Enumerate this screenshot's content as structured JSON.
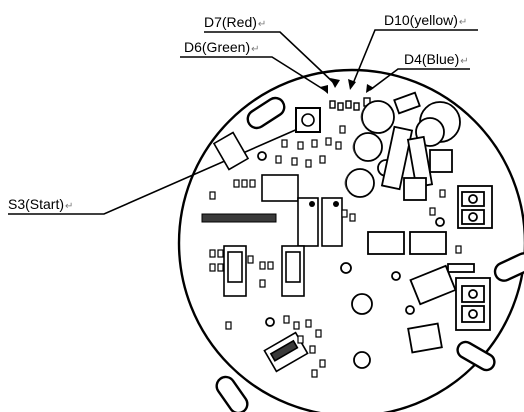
{
  "labels": {
    "d7": "D7(Red)",
    "d10": "D10(yellow)",
    "d6": "D6(Green)",
    "d4": "D4(Blue)",
    "s3": "S3(Start)"
  },
  "paragraph_mark": "↵",
  "colors": {
    "ink": "#000000",
    "fill": "#ffffff",
    "shade": "#3a3a3a"
  }
}
